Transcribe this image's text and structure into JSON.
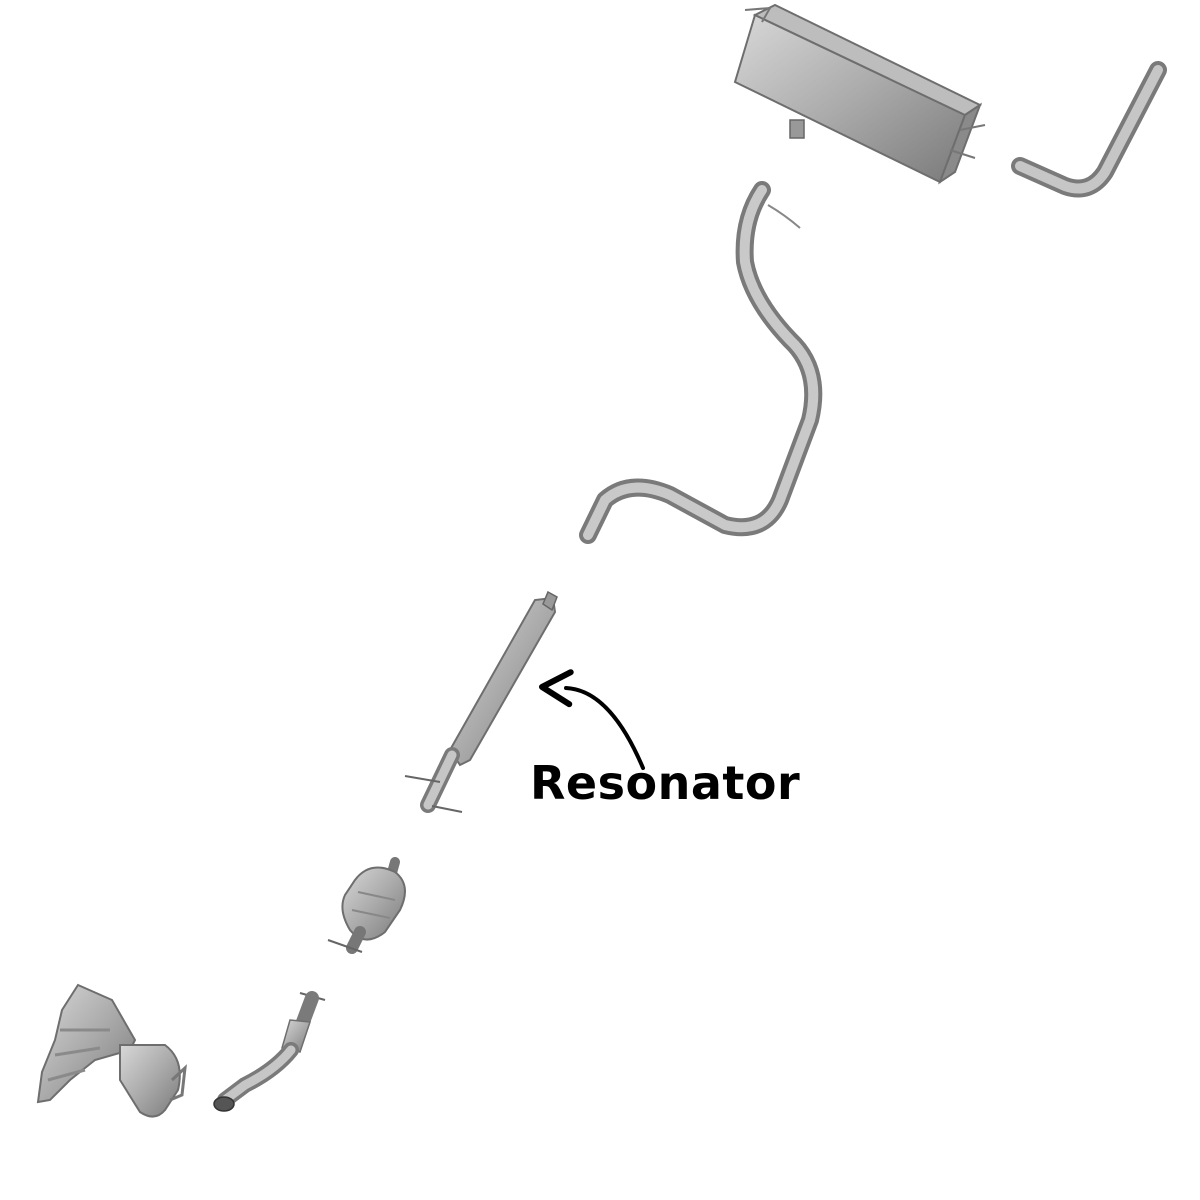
{
  "callout": {
    "label": "Resonator",
    "target_part": "resonator"
  },
  "parts": [
    {
      "name": "exhaust-manifold-catalytic-converter"
    },
    {
      "name": "front-flex-pipe"
    },
    {
      "name": "catalytic-converter"
    },
    {
      "name": "resonator"
    },
    {
      "name": "intermediate-pipe"
    },
    {
      "name": "muffler"
    },
    {
      "name": "tailpipe"
    }
  ],
  "colors": {
    "metal_light": "#c9c9c9",
    "metal_mid": "#a6a6a6",
    "metal_dark": "#6e6e6e",
    "background": "#ffffff",
    "label_text": "#000000"
  }
}
